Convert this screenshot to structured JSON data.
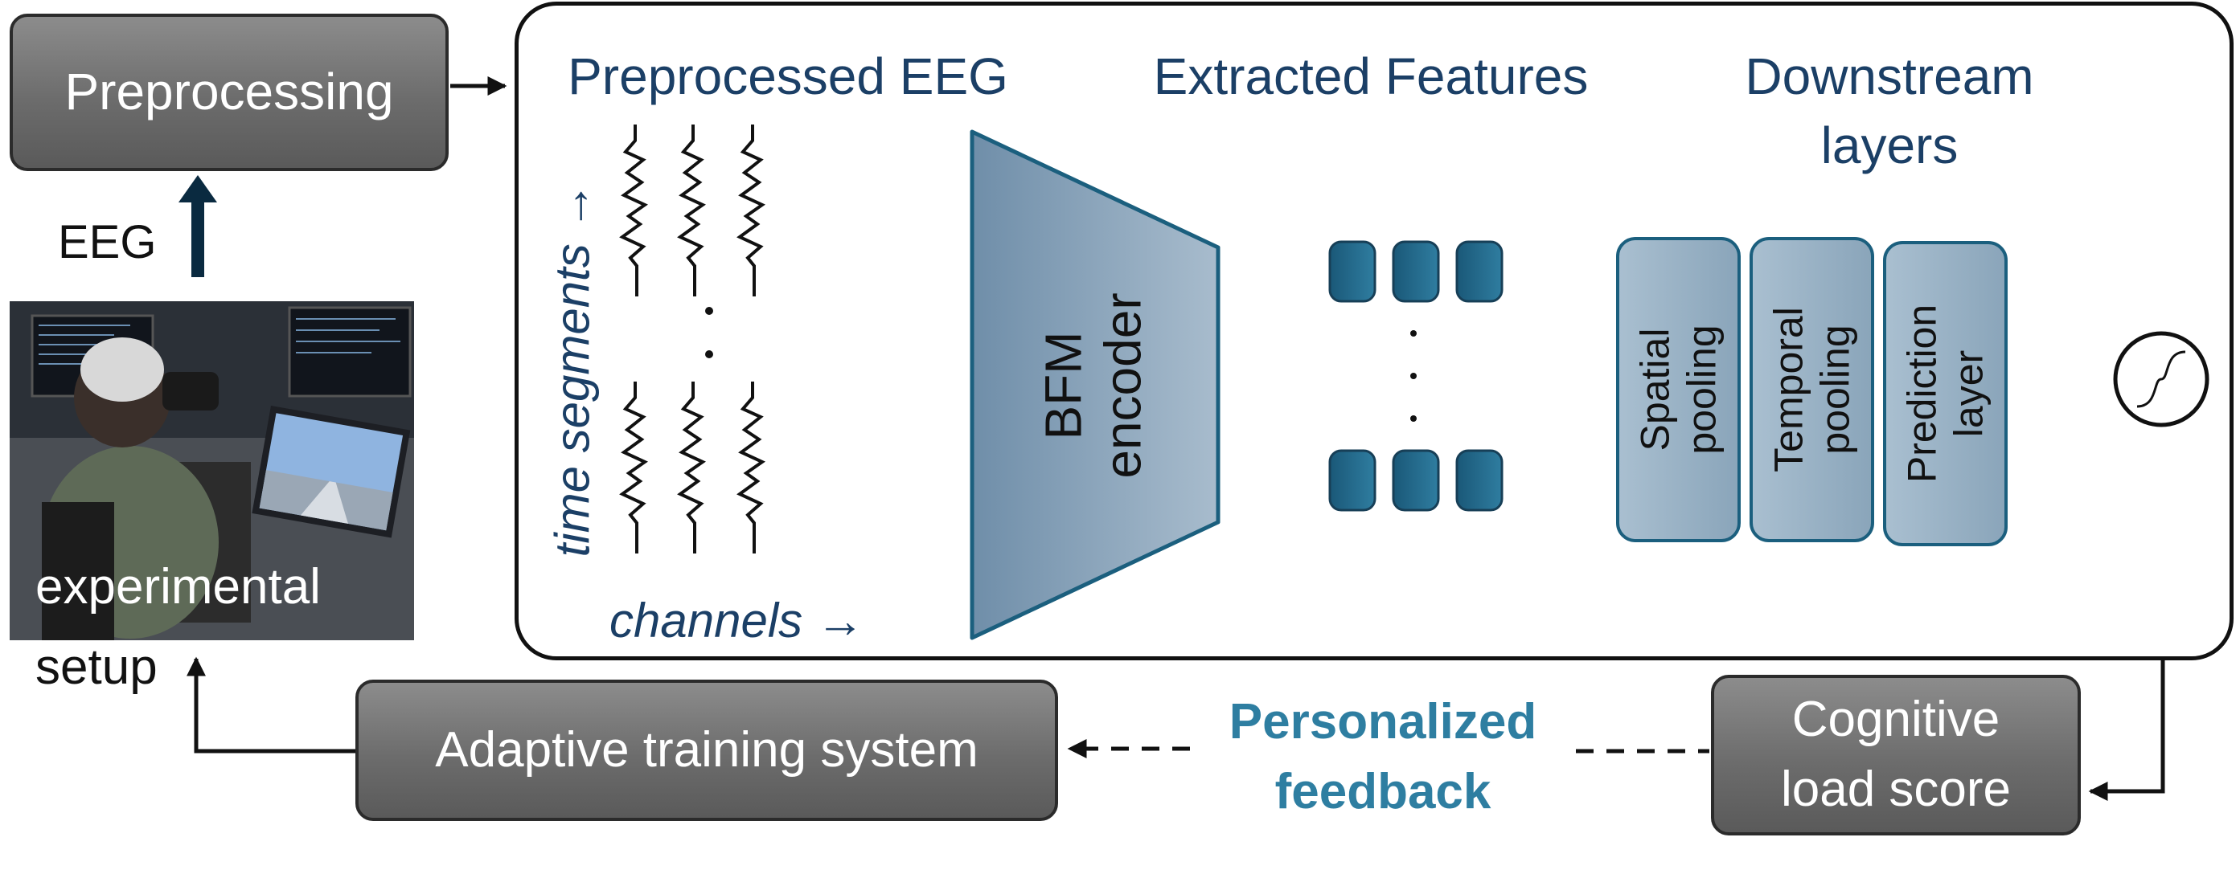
{
  "nodes": {
    "preprocessing": "Preprocessing",
    "eeg_label": "EEG",
    "experimental_setup": [
      "experimental",
      "setup"
    ],
    "adaptive_training": "Adaptive training system",
    "cognitive_load": [
      "Cognitive",
      "load score"
    ],
    "personalized_feedback": [
      "Personalized",
      "feedback"
    ]
  },
  "model": {
    "preprocessed_eeg": "Preprocessed EEG",
    "extracted_features": "Extracted Features",
    "downstream_layers": [
      "Downstream",
      "layers"
    ],
    "time_segments": "time  segments →",
    "channels": "channels →",
    "encoder": [
      "BFM",
      "encoder"
    ],
    "spatial_pooling": [
      "Spatial",
      "pooling"
    ],
    "temporal_pooling": [
      "Temporal",
      "pooling"
    ],
    "prediction_layer": [
      "Prediction",
      "layer"
    ]
  },
  "colors": {
    "dark_blue": "#1b3f66",
    "teal": "#2e7ea1",
    "encoder_fill": "#7f9bb3",
    "feature_block": "#1f5f80",
    "box_gray": "#6e6e6e"
  },
  "icons": {
    "setup_photo": "vr-driving-simulator-photo",
    "sigmoid": "sigmoid-function-icon"
  }
}
